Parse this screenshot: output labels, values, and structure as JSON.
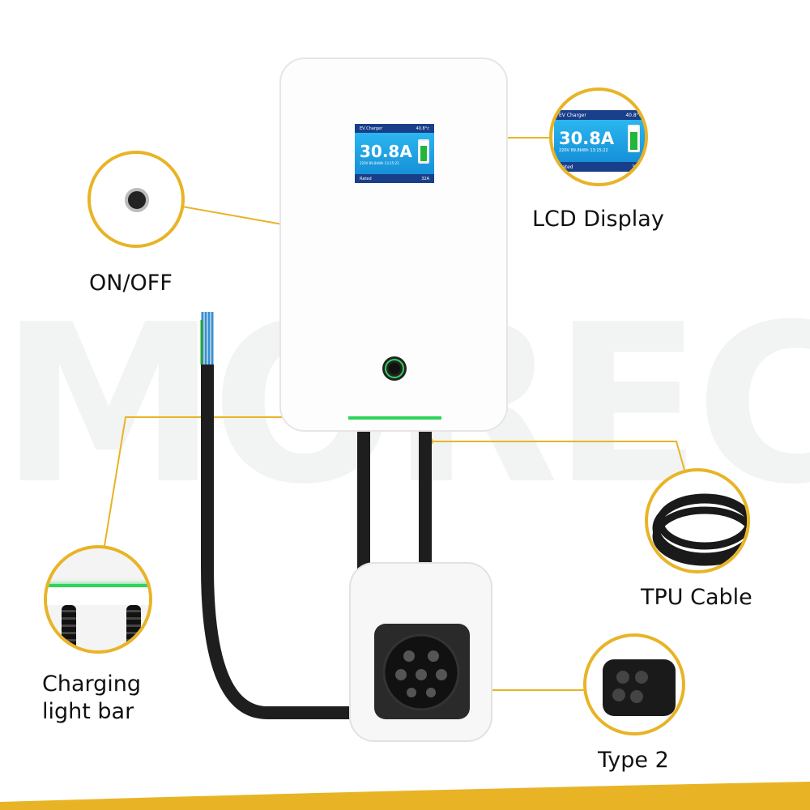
{
  "watermark": "MOREC",
  "labels": {
    "on_off": "ON/OFF",
    "lcd_display": "LCD Display",
    "tpu_cable": "TPU Cable",
    "charging_light_bar": "Charging light bar",
    "type2": "Type 2"
  },
  "lcd": {
    "title": "EV Charger",
    "temp": "40.8°c",
    "current": "30.8A",
    "voltage": "220V",
    "energy": "89.8kWh",
    "time": "13:15:22",
    "rated_label": "Rated",
    "rated_value": "32A",
    "battery_level": 0.75
  },
  "colors": {
    "accent": "#e8b426",
    "lcd_bg": "#1a3f8a",
    "lcd_screen": "#2bb6f0",
    "light_bar": "#2fd35a"
  }
}
